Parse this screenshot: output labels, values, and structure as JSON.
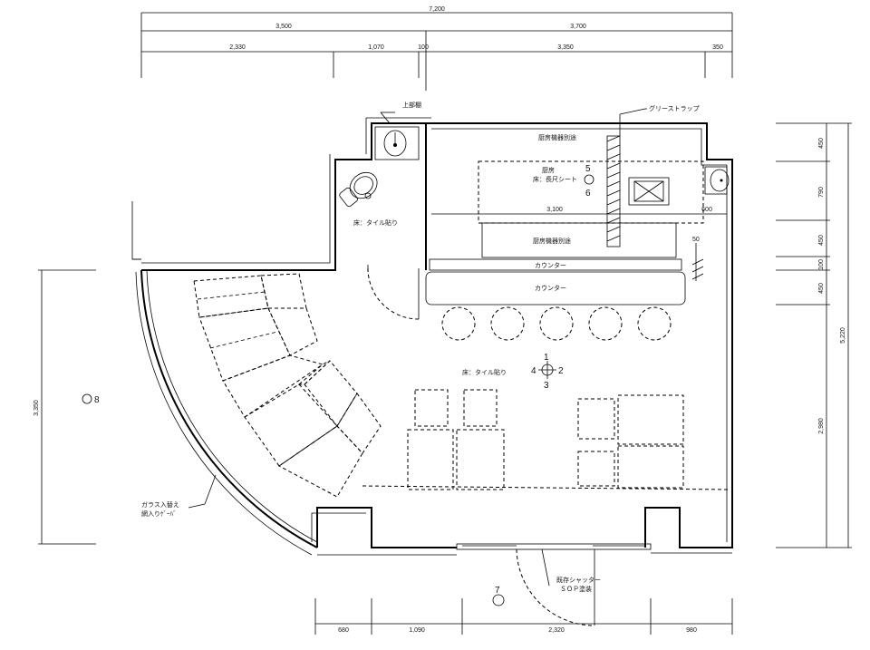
{
  "dimensions": {
    "top_total": "7,200",
    "top_left": "3,500",
    "top_right": "3,700",
    "top_a": "2,330",
    "top_b": "1,070",
    "top_c": "100",
    "top_d": "3,350",
    "top_e": "350",
    "right_a": "450",
    "right_b": "790",
    "right_c": "450",
    "right_d": "100",
    "right_e": "450",
    "right_f": "2,980",
    "right_total": "5,220",
    "left_height": "3,350",
    "bottom_a": "680",
    "bottom_b": "1,090",
    "bottom_c": "2,320",
    "bottom_d": "980",
    "kitchen_w1": "3,100",
    "kitchen_w2": "600",
    "small_50": "50"
  },
  "labels": {
    "upper_shelf": "上部棚",
    "grease_trap": "グリーストラップ",
    "kitchen_equip_top": "厨房機器別途",
    "kitchen": "厨房",
    "kitchen_floor": "床：長尺シート",
    "kitchen_equip_mid": "厨房機器別途",
    "counter_top": "カウンター",
    "counter_main": "カウンター",
    "toilet_floor": "床：タイル貼り",
    "hall_floor": "床：タイル貼り",
    "glass_1": "ガラス入替え",
    "glass_2": "網入りｹﾞｰﾊﾞ",
    "shutter_1": "既存シャッター",
    "shutter_2": "ＳＯＰ塗装"
  },
  "markers": {
    "m1": "1",
    "m2": "2",
    "m3": "3",
    "m4": "4",
    "m5": "5",
    "m6": "6",
    "m7": "7",
    "m8": "8"
  }
}
